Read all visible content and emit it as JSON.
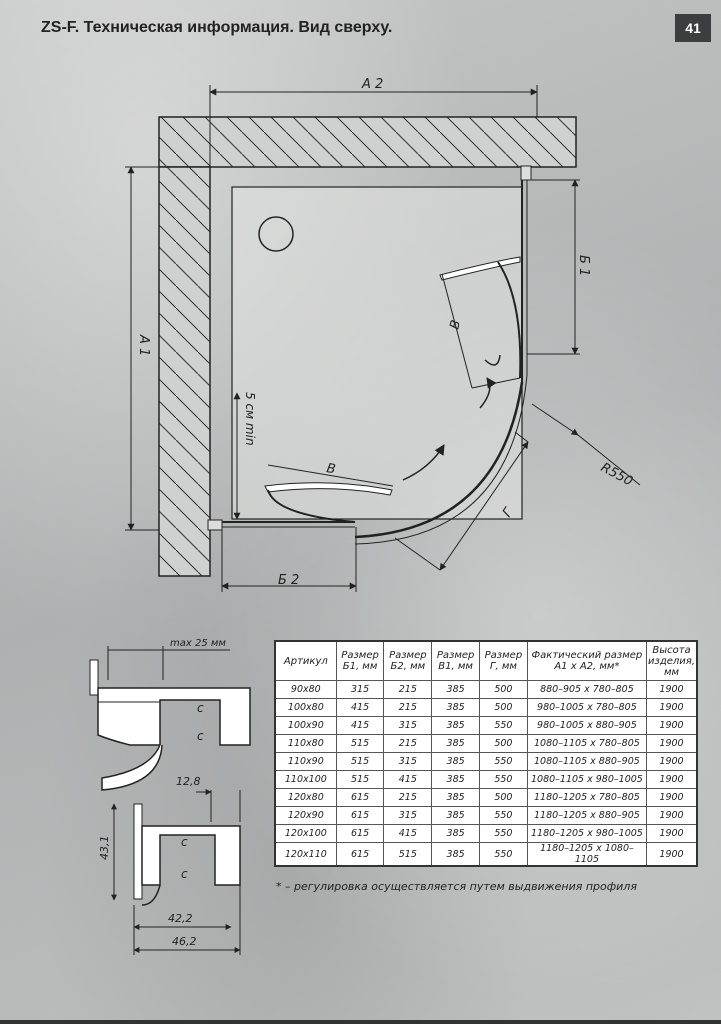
{
  "header": {
    "title": "ZS-F. Техническая информация. Вид сверху.",
    "page_number": "41"
  },
  "drawing": {
    "a2": "А 2",
    "a1": "А 1",
    "b1": "Б 1",
    "b2": "Б 2",
    "v_top": "В",
    "v_bottom": "В",
    "g": "Г",
    "r550": "R550",
    "min5": "5 см min"
  },
  "profile": {
    "max25": "max 25 мм",
    "d128": "12,8",
    "d431": "43,1",
    "d422": "42,2",
    "d462": "46,2"
  },
  "table": {
    "headers": [
      "Артикул",
      "Размер Б1, мм",
      "Размер Б2, мм",
      "Размер В1, мм",
      "Размер Г, мм",
      "Фактический размер А1 х А2, мм*",
      "Высота изделия, мм"
    ],
    "rows": [
      [
        "90x80",
        "315",
        "215",
        "385",
        "500",
        "880–905 x 780–805",
        "1900"
      ],
      [
        "100x80",
        "415",
        "215",
        "385",
        "500",
        "980–1005 x 780–805",
        "1900"
      ],
      [
        "100x90",
        "415",
        "315",
        "385",
        "550",
        "980–1005 x 880–905",
        "1900"
      ],
      [
        "110x80",
        "515",
        "215",
        "385",
        "500",
        "1080–1105 x 780–805",
        "1900"
      ],
      [
        "110x90",
        "515",
        "315",
        "385",
        "550",
        "1080–1105 x 880–905",
        "1900"
      ],
      [
        "110x100",
        "515",
        "415",
        "385",
        "550",
        "1080–1105 x 980–1005",
        "1900"
      ],
      [
        "120x80",
        "615",
        "215",
        "385",
        "500",
        "1180–1205 x 780–805",
        "1900"
      ],
      [
        "120x90",
        "615",
        "315",
        "385",
        "550",
        "1180–1205 x 880–905",
        "1900"
      ],
      [
        "120x100",
        "615",
        "415",
        "385",
        "550",
        "1180–1205 x 980–1005",
        "1900"
      ],
      [
        "120x110",
        "615",
        "515",
        "385",
        "550",
        "1180–1205 x 1080–1105",
        "1900"
      ]
    ]
  },
  "footnote": "* – регулировка осуществляется путем выдвижения профиля"
}
